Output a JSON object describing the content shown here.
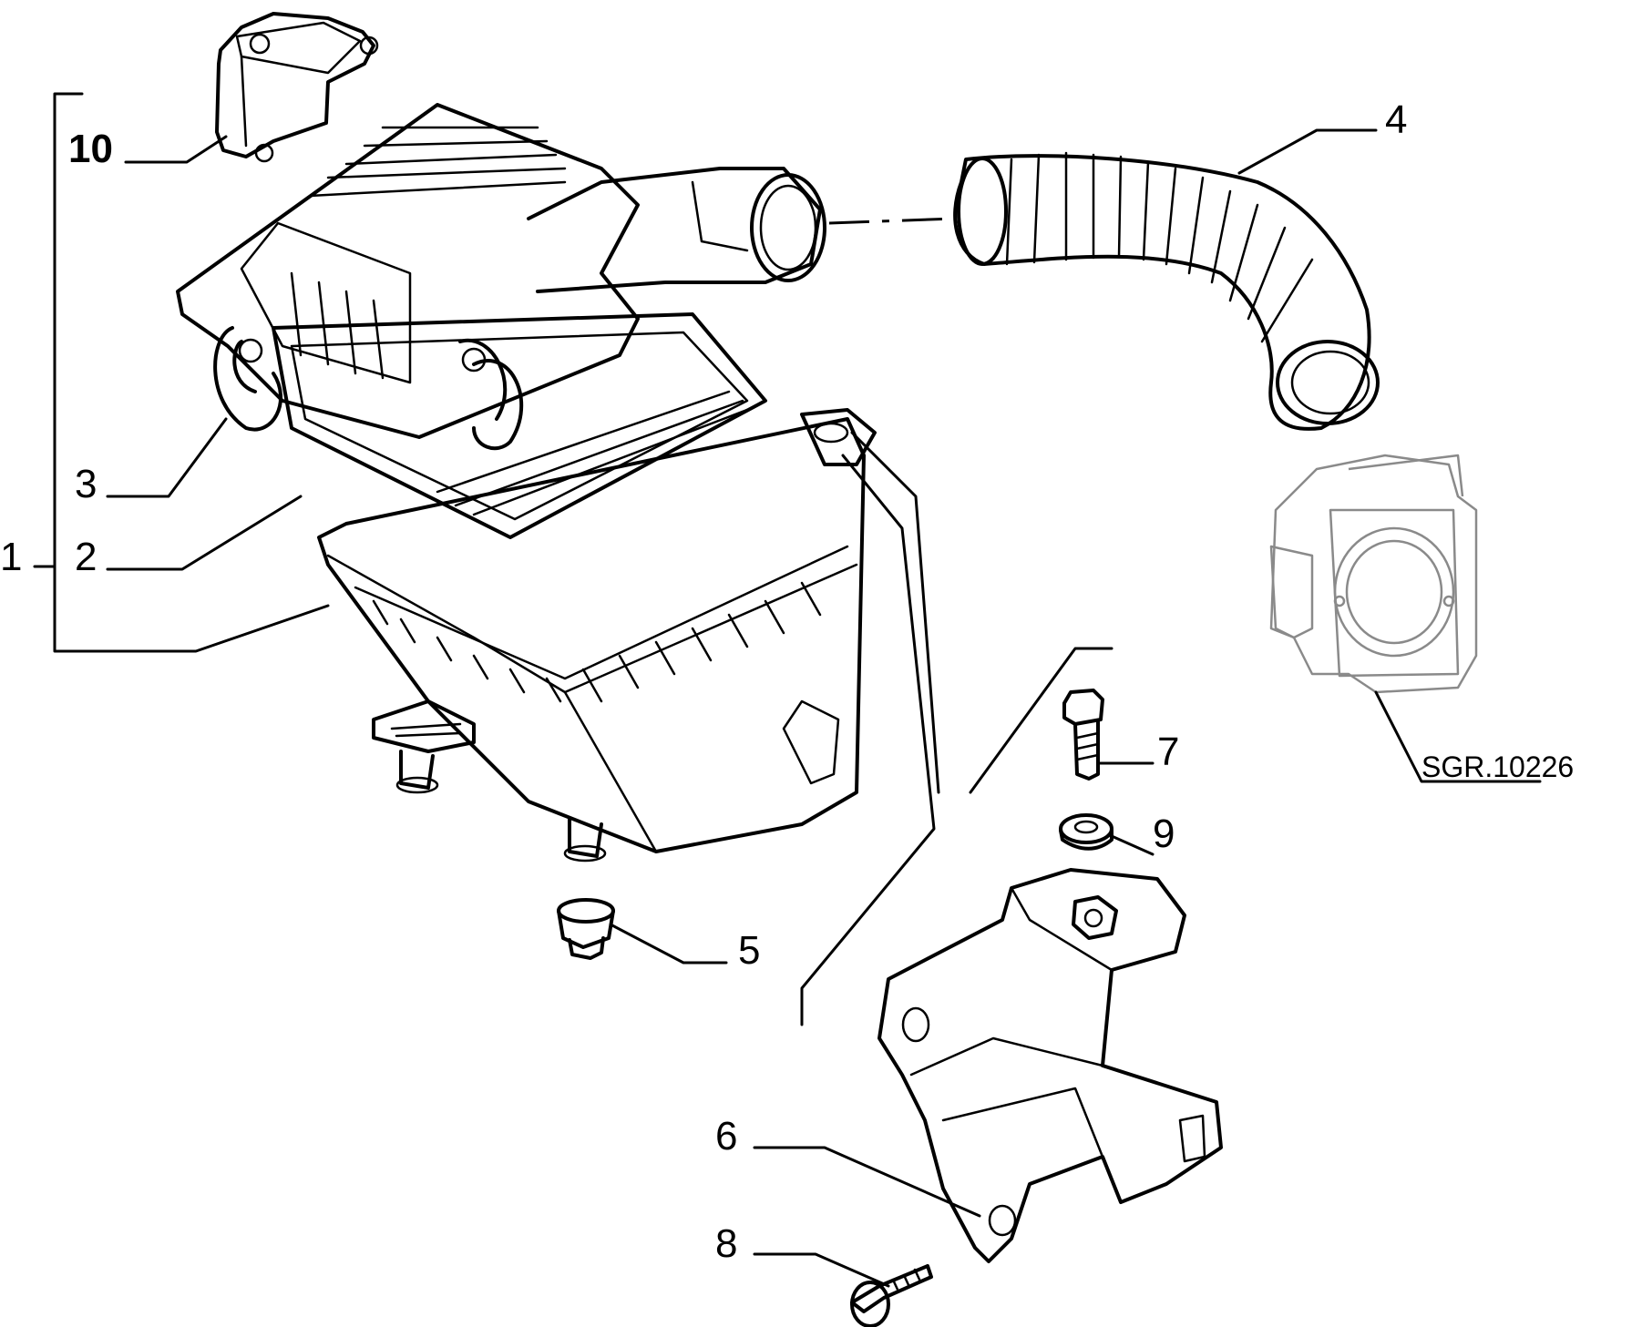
{
  "callouts": {
    "c1": "1",
    "c2": "2",
    "c3": "3",
    "c4": "4",
    "c5": "5",
    "c6": "6",
    "c7": "7",
    "c8": "8",
    "c9": "9",
    "c10": "10"
  },
  "reference_code": "SGR.10226"
}
